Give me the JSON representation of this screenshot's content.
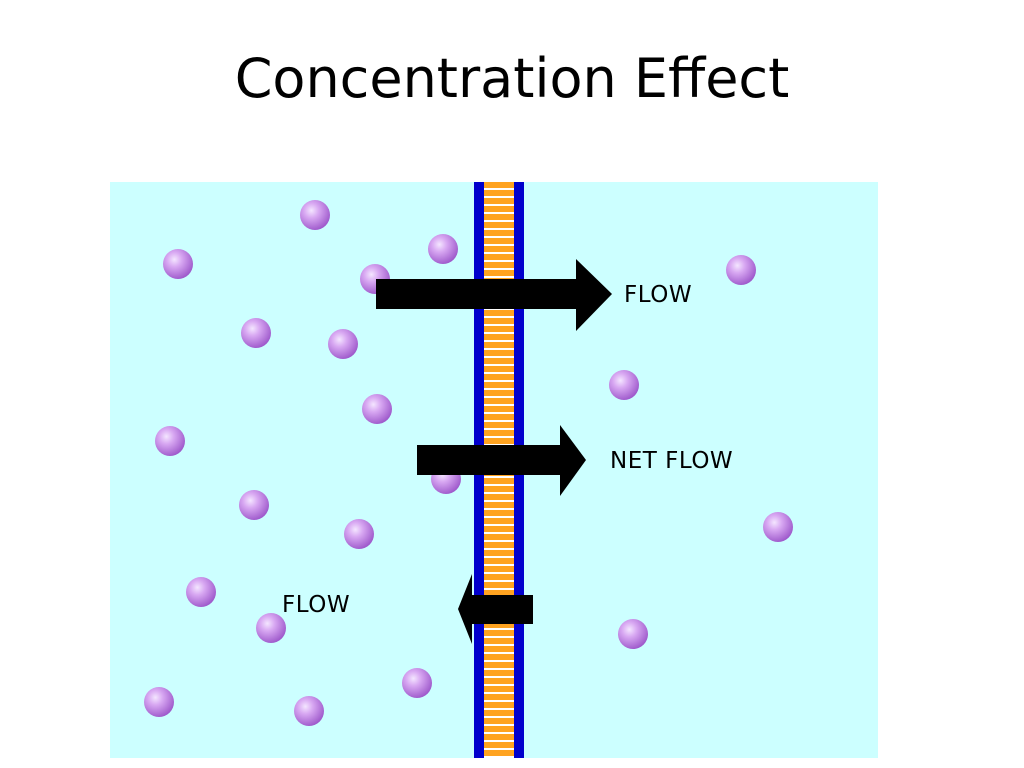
{
  "slide": {
    "title": "Concentration Effect"
  },
  "diagram": {
    "labels": {
      "top_flow": "FLOW",
      "net_flow": "NET FLOW",
      "bottom_flow": "FLOW"
    },
    "colors": {
      "background": "#ccffff",
      "membrane_blue": "#0000cc",
      "membrane_orange": "#ffa320",
      "membrane_stripe": "#ffffff",
      "particle": "#c27ee6",
      "arrow": "#000000"
    }
  }
}
